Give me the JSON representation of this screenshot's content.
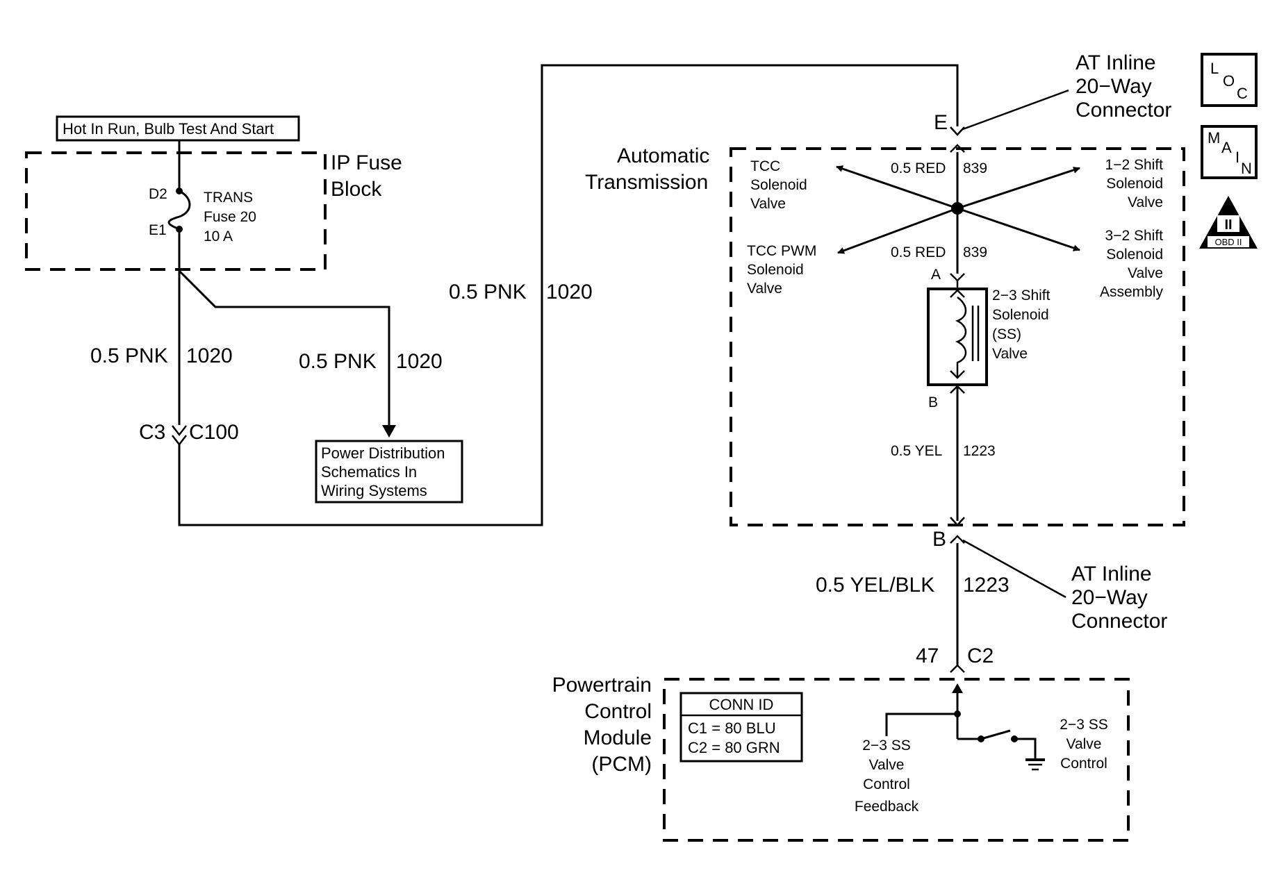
{
  "fuse_block": {
    "title_line1": "IP Fuse",
    "title_line2": "Block",
    "hot_label": "Hot In Run, Bulb Test And Start",
    "fuse_line1": "TRANS",
    "fuse_line2": "Fuse 20",
    "fuse_line3": "10 A",
    "pin_top": "D2",
    "pin_bottom": "E1"
  },
  "wires": {
    "left_wire": "0.5 PNK",
    "left_circuit": "1020",
    "branch_wire": "0.5 PNK",
    "branch_circuit": "1020",
    "long_wire": "0.5 PNK",
    "long_circuit": "1020",
    "red_top_wire": "0.5 RED",
    "red_top_circuit": "839",
    "red_bottom_wire": "0.5 RED",
    "red_bottom_circuit": "839",
    "yel_wire": "0.5 YEL",
    "yel_circuit": "1223",
    "yelblk_wire": "0.5 YEL/BLK",
    "yelblk_circuit": "1223"
  },
  "connectors": {
    "c100_left": "C3",
    "c100_right": "C100",
    "top_pin": "E",
    "bottom_pin": "B",
    "ss_pin_a": "A",
    "ss_pin_b": "B",
    "pcm_pin": "47",
    "pcm_conn": "C2",
    "inline_top_line1": "AT Inline",
    "inline_top_line2": "20−Way",
    "inline_top_line3": "Connector",
    "inline_bottom_line1": "AT Inline",
    "inline_bottom_line2": "20−Way",
    "inline_bottom_line3": "Connector"
  },
  "power_distribution": {
    "line1": "Power Distribution",
    "line2": "Schematics In",
    "line3": "Wiring Systems"
  },
  "transmission": {
    "title_line1": "Automatic",
    "title_line2": "Transmission",
    "tcc_line1": "TCC",
    "tcc_line2": "Solenoid",
    "tcc_line3": "Valve",
    "tccpwm_line1": "TCC PWM",
    "tccpwm_line2": "Solenoid",
    "tccpwm_line3": "Valve",
    "shift12_line1": "1−2 Shift",
    "shift12_line2": "Solenoid",
    "shift12_line3": "Valve",
    "shift32_line1": "3−2 Shift",
    "shift32_line2": "Solenoid",
    "shift32_line3": "Valve",
    "shift32_line4": "Assembly",
    "ss_line1": "2−3 Shift",
    "ss_line2": "Solenoid",
    "ss_line3": "(SS)",
    "ss_line4": "Valve"
  },
  "pcm": {
    "title_line1": "Powertrain",
    "title_line2": "Control",
    "title_line3": "Module",
    "title_line4": "(PCM)",
    "conn_id_header": "CONN ID",
    "conn_id_c1": "C1  =  80 BLU",
    "conn_id_c2": "C2  =  80 GRN",
    "feedback_line1": "2−3 SS",
    "feedback_line2": "Valve",
    "feedback_line3": "Control",
    "feedback_line4": "Feedback",
    "control_line1": "2−3 SS",
    "control_line2": "Valve",
    "control_line3": "Control"
  },
  "icons": {
    "loc_letters": [
      "L",
      "O",
      "C"
    ],
    "main_letters": [
      "M",
      "A",
      "I",
      "N"
    ],
    "obd_numeral": "II",
    "obd_label": "OBD II"
  }
}
